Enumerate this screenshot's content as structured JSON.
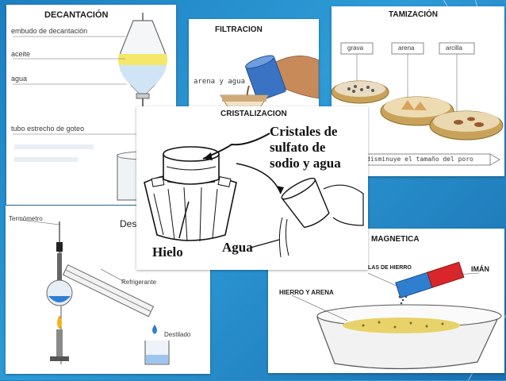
{
  "decantacion": {
    "title": "DECANTACIÓN",
    "label_funnel": "embudo de decantación",
    "label_oil": "aceite",
    "label_water": "agua",
    "label_tube": "tubo estrecho de goteo"
  },
  "filtracion": {
    "title": "FILTRACION",
    "label_mix": "arena y agua"
  },
  "tamizacion": {
    "title": "TAMIZACIÓN",
    "label_gravel": "grava",
    "label_sand": "arena",
    "label_clay": "arcilla",
    "caption": "disminuye el tamaño del poro"
  },
  "cristalizacion": {
    "title": "CRISTALIZACION",
    "label_crystals_1": "Cristales de",
    "label_crystals_2": "sulfato de",
    "label_crystals_3": "sodio y agua",
    "label_ice": "Hielo",
    "label_water": "Agua"
  },
  "destilacion": {
    "title_partial": "Des",
    "label_thermometer": "Termómetro",
    "label_condenser": "Refrigerante",
    "label_distillate": "Destilado"
  },
  "magnetica": {
    "title": "MAGNETICA",
    "label_filings": "LAS DE HIERRO",
    "label_magnet": "IMÁN",
    "label_mix": "HIERRO Y ARENA"
  },
  "colors": {
    "background": "#2d9bd6",
    "oil": "#f5e76a",
    "water": "#cfe5f5",
    "magnet_red": "#d9262b",
    "magnet_blue": "#2f7fd1",
    "flame": "#f3b21a",
    "sand": "#e8c98a"
  }
}
